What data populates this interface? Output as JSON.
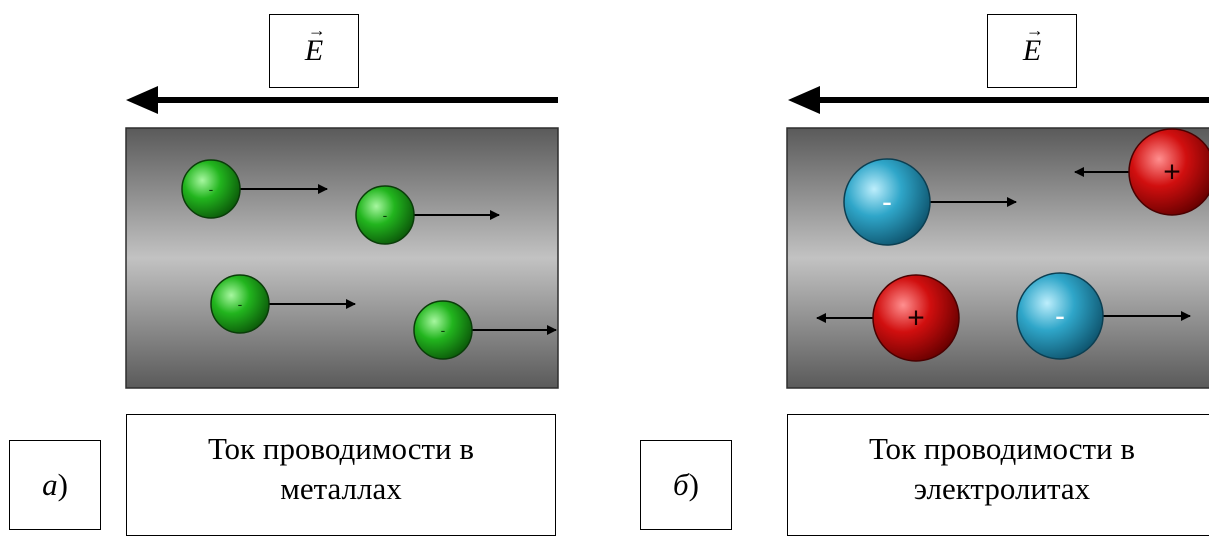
{
  "field": {
    "symbol": "E"
  },
  "panels": [
    {
      "letter": "а",
      "caption": "Ток проводимости в металлах",
      "particles": [
        {
          "sign": "-",
          "kind": "electron",
          "direction": "right"
        },
        {
          "sign": "-",
          "kind": "electron",
          "direction": "right"
        },
        {
          "sign": "-",
          "kind": "electron",
          "direction": "right"
        },
        {
          "sign": "-",
          "kind": "electron",
          "direction": "right"
        }
      ]
    },
    {
      "letter": "б",
      "caption": "Ток проводимости в электролитах",
      "particles": [
        {
          "sign": "-",
          "kind": "anion",
          "direction": "right"
        },
        {
          "sign": "+",
          "kind": "cation",
          "direction": "left"
        },
        {
          "sign": "+",
          "kind": "cation",
          "direction": "left"
        },
        {
          "sign": "-",
          "kind": "anion",
          "direction": "right"
        }
      ]
    }
  ],
  "colors": {
    "electron": "#22b51e",
    "anion": "#2fa6c9",
    "cation": "#d10f0f",
    "conductor_dark": "#5a5a5a",
    "conductor_light": "#c2c2c2"
  }
}
